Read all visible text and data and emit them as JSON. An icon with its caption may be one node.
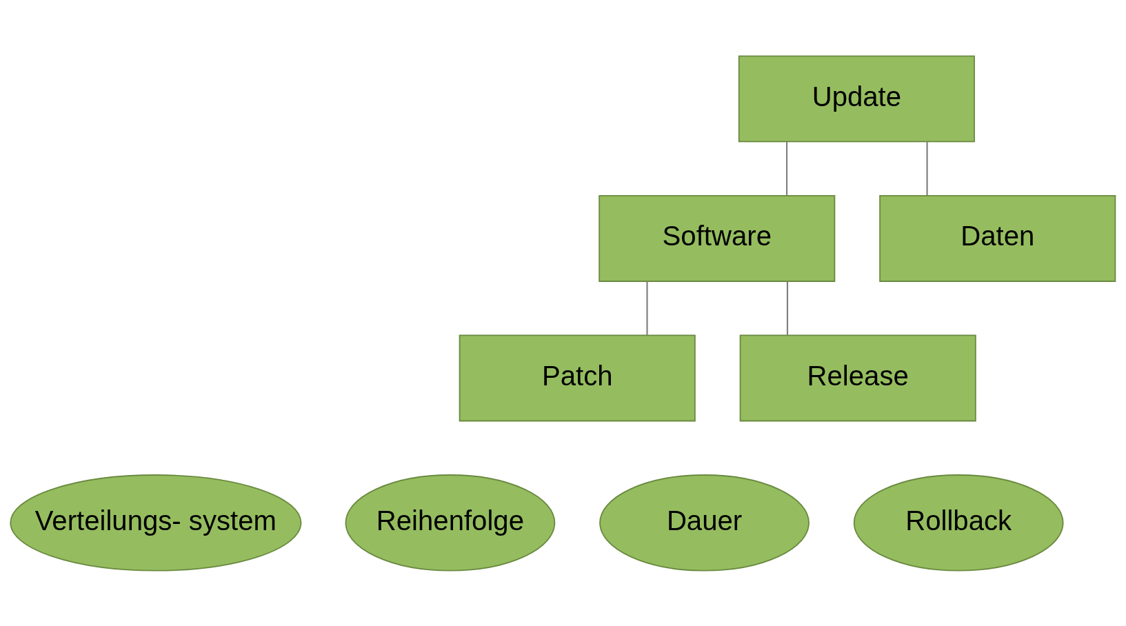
{
  "diagram": {
    "nodes": [
      {
        "text": [
          "Update"
        ]
      },
      {
        "text": [
          "Software"
        ]
      },
      {
        "text": [
          "Daten"
        ]
      },
      {
        "text": [
          "Patch"
        ]
      },
      {
        "text": [
          "Release"
        ]
      },
      {
        "text": [
          "Verteilungs- system"
        ]
      },
      {
        "text": [
          "Reihenfolge"
        ]
      },
      {
        "text": [
          "Dauer"
        ]
      },
      {
        "text": [
          "Rollback"
        ]
      }
    ],
    "edges": [
      {
        "from": 0,
        "to": 1,
        "arrow": "none"
      },
      {
        "from": 0,
        "to": 2,
        "arrow": "none"
      },
      {
        "from": 1,
        "to": 3,
        "arrow": "none"
      },
      {
        "from": 1,
        "to": 4,
        "arrow": "none"
      }
    ]
  }
}
